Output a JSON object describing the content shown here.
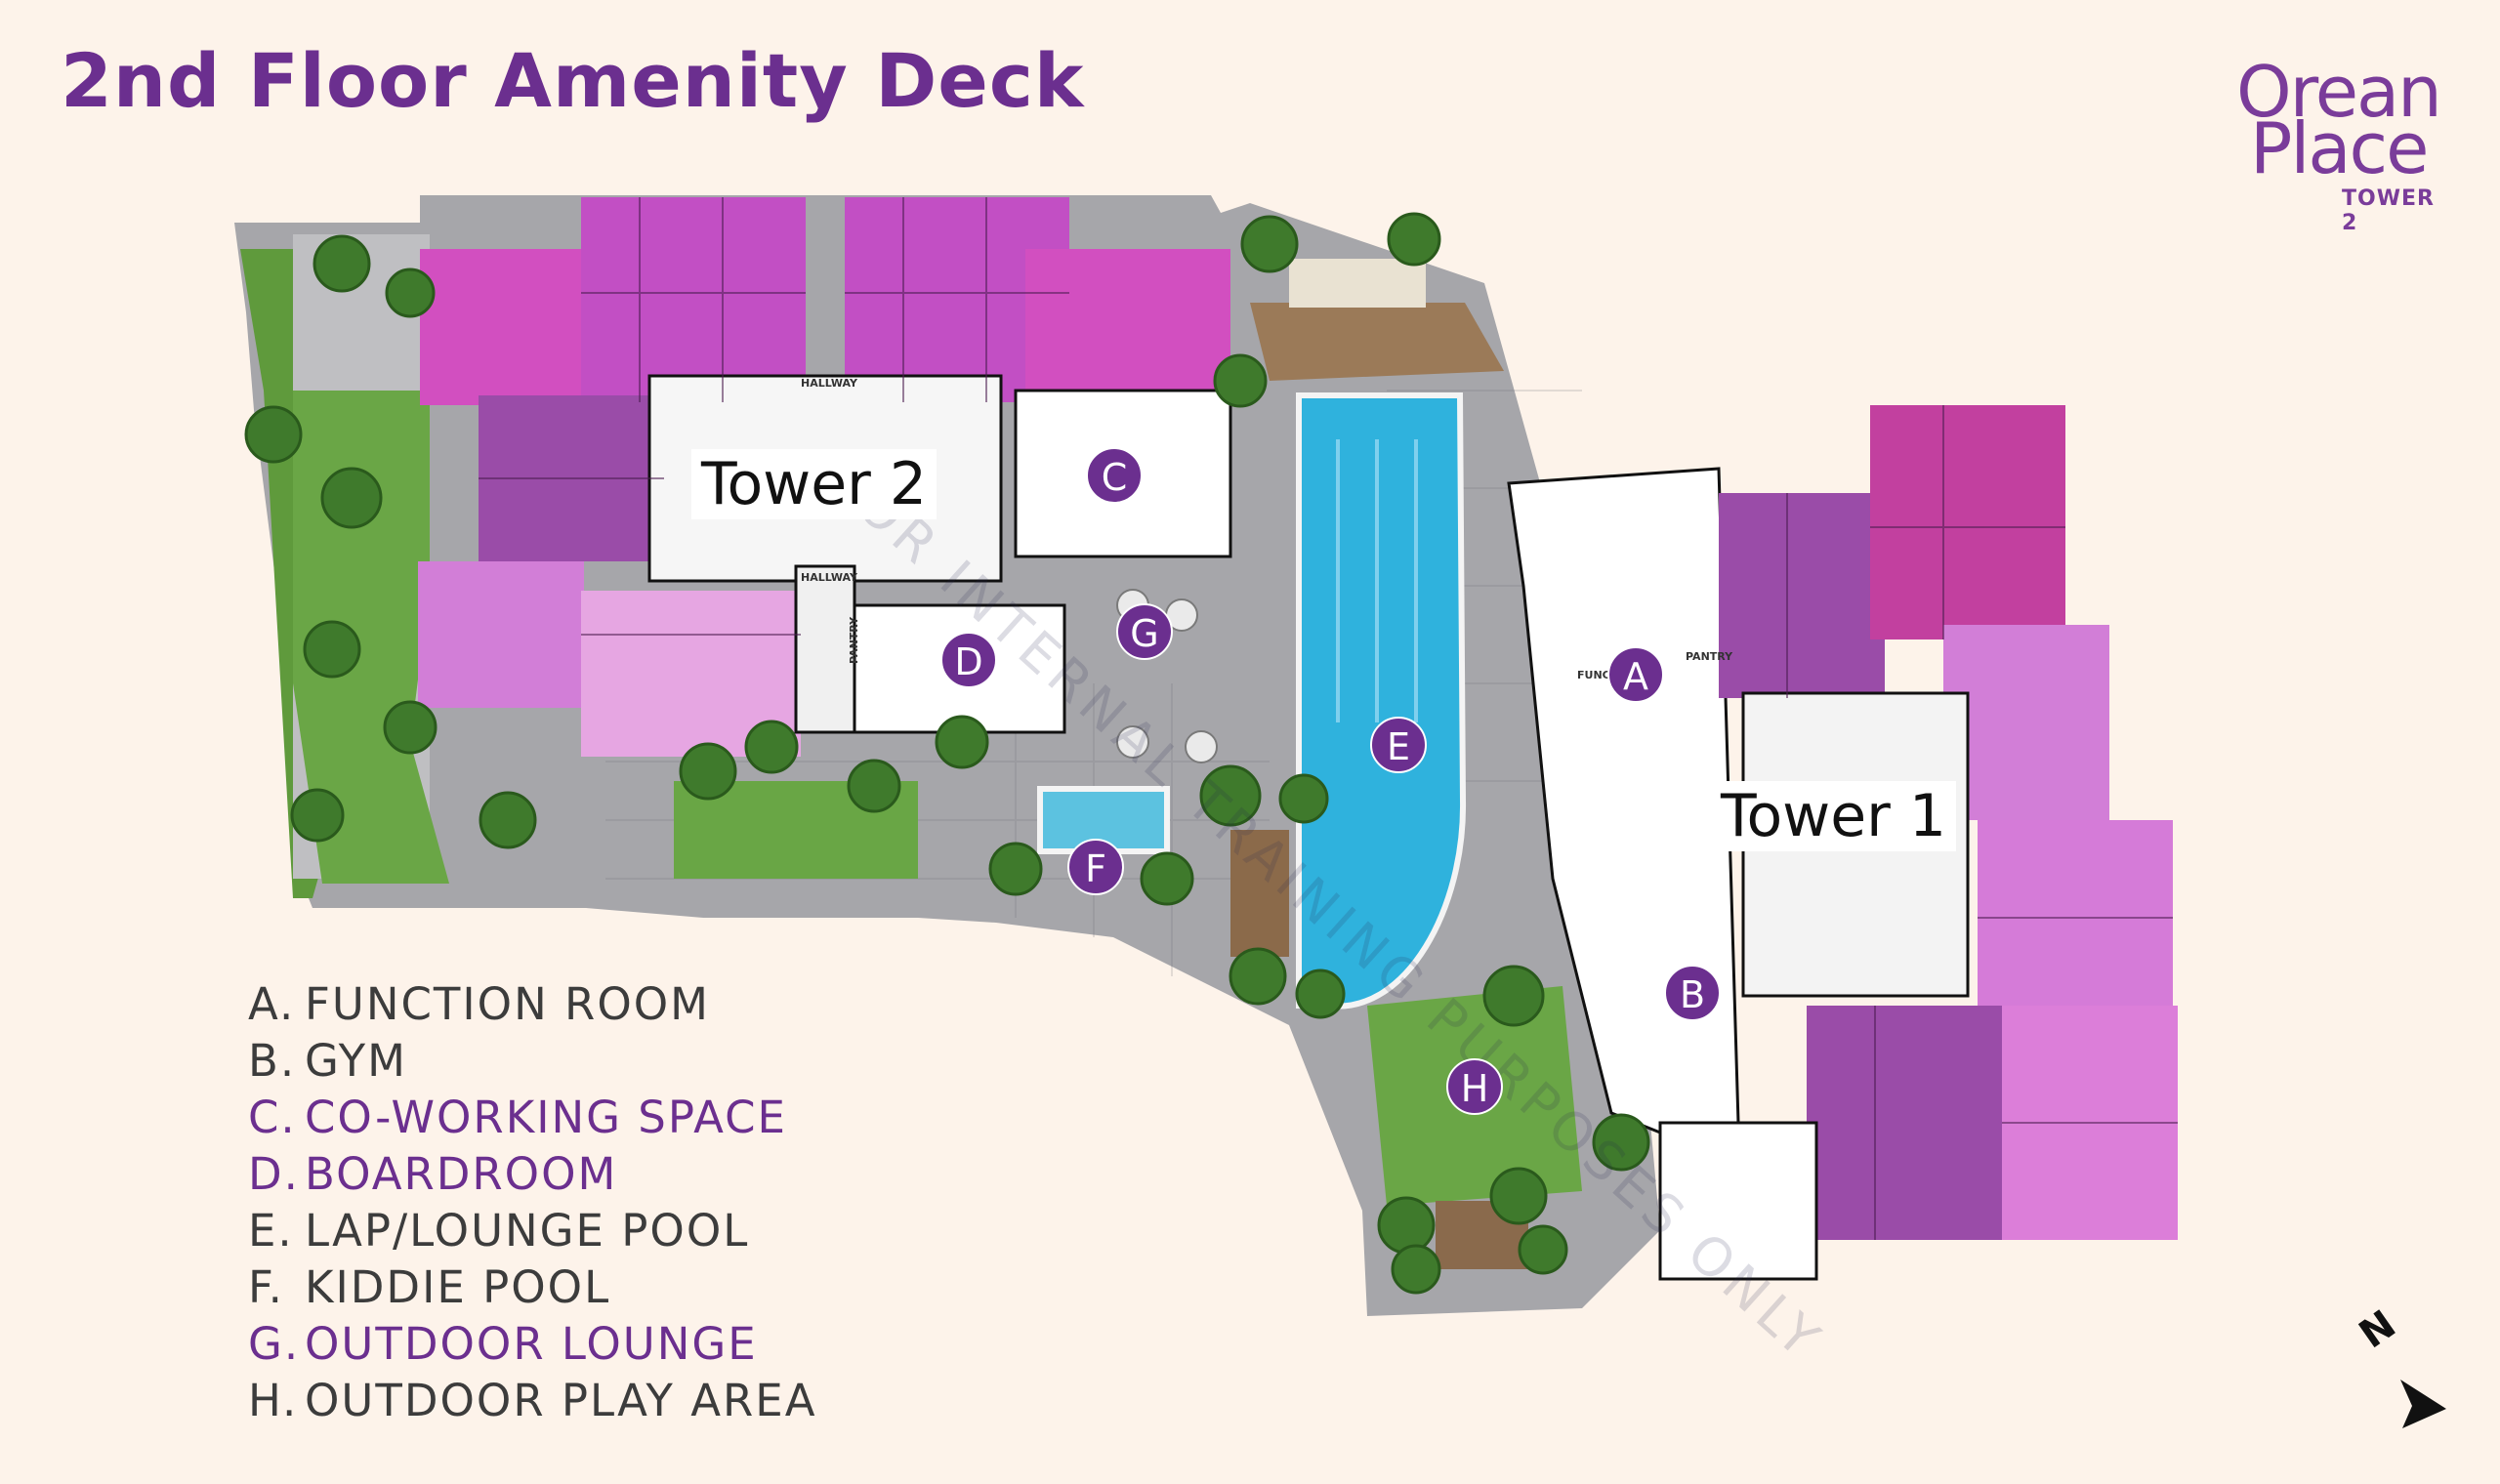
{
  "title": "2nd Floor Amenity Deck",
  "brand": {
    "line1": "Orean",
    "line2": "Place",
    "tower": "TOWER 2"
  },
  "towers": {
    "tower2": "Tower 2",
    "tower1": "Tower 1"
  },
  "plan_labels": {
    "hallway_top": "HALLWAY",
    "hallway_bottom": "HALLWAY",
    "pantry_d": "PANTRY",
    "pantry_a": "PANTRY",
    "func": "FUNC"
  },
  "markers": [
    "A",
    "B",
    "C",
    "D",
    "E",
    "F",
    "G",
    "H"
  ],
  "legend": [
    {
      "key": "A.",
      "label": "FUNCTION ROOM",
      "highlight": false
    },
    {
      "key": "B.",
      "label": "GYM",
      "highlight": false
    },
    {
      "key": "C.",
      "label": "CO-WORKING SPACE",
      "highlight": true
    },
    {
      "key": "D.",
      "label": "BOARDROOM",
      "highlight": true
    },
    {
      "key": "E.",
      "label": "LAP/LOUNGE POOL",
      "highlight": false
    },
    {
      "key": "F.",
      "label": "KIDDIE POOL",
      "highlight": false
    },
    {
      "key": "G.",
      "label": "OUTDOOR LOUNGE",
      "highlight": true
    },
    {
      "key": "H.",
      "label": "OUTDOOR PLAY AREA",
      "highlight": false
    }
  ],
  "watermark": "FOR INTERNAL TRAINING PURPOSES ONLY",
  "compass": "N",
  "colors": {
    "accent": "#6b2f8f",
    "magenta": "#d54fc4",
    "purple": "#9a4ca8",
    "lilac": "#e6a6e2",
    "pool": "#2fb2dd",
    "deck": "#9a9ba0",
    "lawn": "#5f9a3c"
  }
}
